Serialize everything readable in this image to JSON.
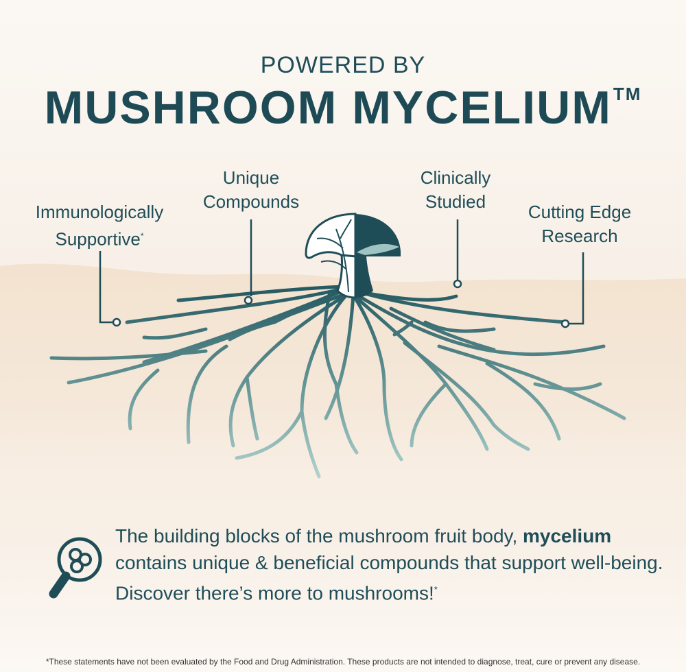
{
  "header": {
    "pre_title": "POWERED BY",
    "title": "MUSHROOM MYCELIUM",
    "trademark": "TM"
  },
  "labels": {
    "immuno_line1": "Immunologically",
    "immuno_line2": "Supportive",
    "immuno_mark": "*",
    "unique_line1": "Unique",
    "unique_line2": "Compounds",
    "clinical_line1": "Clinically",
    "clinical_line2": "Studied",
    "cutting_line1": "Cutting Edge",
    "cutting_line2": "Research"
  },
  "callout": {
    "text_before": "The building blocks of the mushroom fruit body, ",
    "bold_word": "mycelium",
    "text_after": " contains unique & beneficial compounds that support well-being. Discover there’s more to mushrooms!",
    "mark": "*"
  },
  "footnote": "*These statements have not been evaluated by the Food and Drug Administration. These products are not intended to diagnose, treat, cure or prevent any disease.",
  "colors": {
    "teal_dark": "#1f4d57",
    "teal_light": "#a7ccc9",
    "background": "#fbf8f4",
    "soil": "#f3e3d1"
  }
}
